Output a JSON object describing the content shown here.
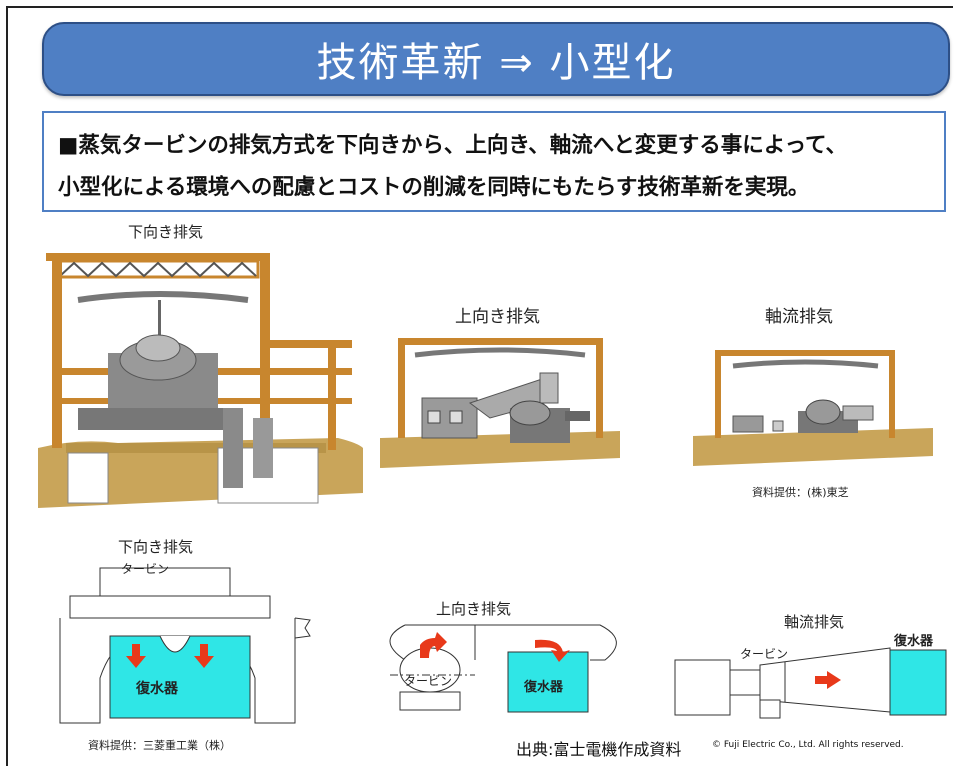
{
  "slide": {
    "title": "技術革新 ⇒ 小型化",
    "summary_line1": "■蒸気タービンの排気方式を下向きから、上向き、軸流へと変更する事によって、",
    "summary_line2": "小型化による環境への配慮とコストの削減を同時にもたらす技術革新を実現。"
  },
  "photos": {
    "down_label": "下向き排気",
    "up_label": "上向き排気",
    "axial_label": "軸流排気",
    "credit": "資料提供：(株)東芝"
  },
  "schematics": {
    "down_label": "下向き排気",
    "up_label": "上向き排気",
    "axial_label": "軸流排気",
    "turbine": "タービン",
    "condenser": "復水器",
    "credit": "資料提供：三菱重工業（株）"
  },
  "footer": {
    "source": "出典:富士電機作成資料",
    "copyright": "© Fuji Electric Co., Ltd. All rights reserved."
  },
  "colors": {
    "title_bg": "#4f7fc4",
    "steel": "#c8862e",
    "ground": "#c9a55a",
    "condenser": "#2fe6e6",
    "arrow": "#e8391a"
  }
}
